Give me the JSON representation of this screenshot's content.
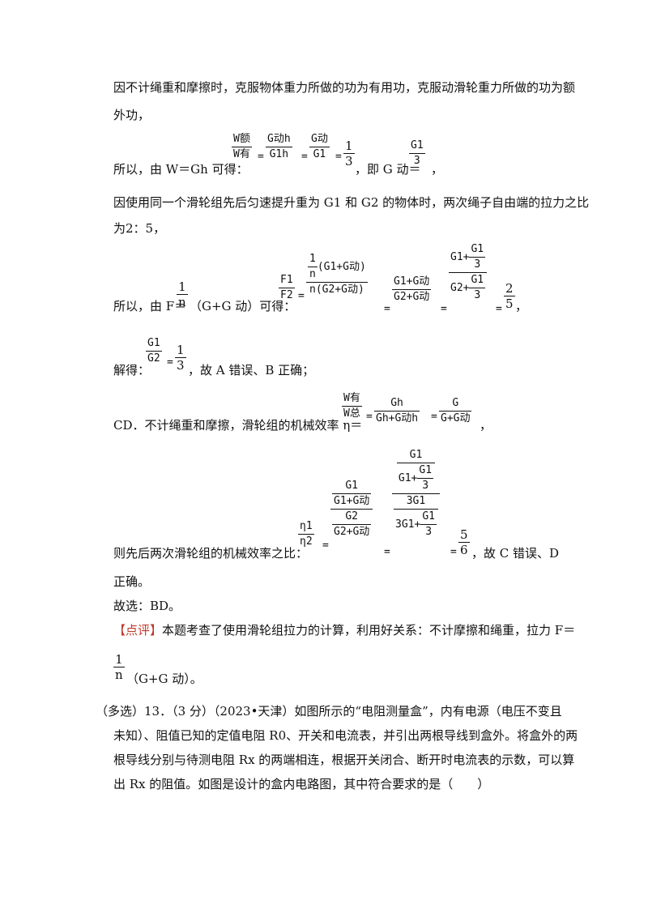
{
  "p1": {
    "line1": "因不计绳重和摩擦时，克服物体重力所做的功为有用功，克服动滑轮重力所做的功为额",
    "line2": "外功，",
    "prefix": "所以，由 W＝Gh 可得：",
    "f1_num": "W额",
    "f1_den": "W有",
    "f2_num": "G动h",
    "f2_den": "G1h",
    "f3_num": "G动",
    "f3_den": "G1",
    "f4_num": "1",
    "f4_den": "3",
    "mid": "，即 G 动＝",
    "f5_num": "G1",
    "f5_den": "3",
    "end": "，"
  },
  "p2": {
    "line1": "因使用同一个滑轮组先后匀速提升重为 G1 和 G2 的物体时，两次绳子自由端的拉力之比",
    "line2": "为2：5，"
  },
  "p3": {
    "prefix": "所以，由 F＝",
    "fn": "1",
    "fd": "n",
    "gpart": "（G+G 动）可得：",
    "a_num": "F1",
    "a_den": "F2",
    "b_top_num": "1",
    "b_top_den": "n",
    "b_top_rest": "(G1+G动)",
    "b_bot_rest": "(G2+G动)",
    "c_num": "G1+G动",
    "c_den": "G2+G动",
    "d_num_a": "G1+",
    "d_num_fn": "G1",
    "d_num_fd": "3",
    "d_den_a": "G2+",
    "d_den_fn": "G1",
    "d_den_fd": "3",
    "e_num": "2",
    "e_den": "5",
    "end": "，"
  },
  "p4": {
    "prefix": "解得：",
    "a_num": "G1",
    "a_den": "G2",
    "b_num": "1",
    "b_den": "3",
    "end": "，故 A 错误、B 正确；"
  },
  "p5": {
    "prefix": "CD．不计绳重和摩擦，滑轮组的机械效率 η＝",
    "a_num": "W有",
    "a_den": "W总",
    "b_num": "Gh",
    "b_den": "Gh+G动h",
    "c_num": "G",
    "c_den": "G+G动",
    "end": "，"
  },
  "p6": {
    "prefix": "则先后两次滑轮组的机械效率之比：",
    "a_num": "η1",
    "a_den": "η2",
    "b_num_n": "G1",
    "b_num_d": "G1+G动",
    "b_den_n": "G2",
    "b_den_d": "G2+G动",
    "c_top_n": "G1",
    "c_top_da": "G1+",
    "c_top_dfn": "G1",
    "c_top_dfd": "3",
    "c_bot_n": "3G1",
    "c_bot_da": "3G1+",
    "c_bot_dfn": "G1",
    "c_bot_dfd": "3",
    "d_num": "5",
    "d_den": "6",
    "end": "，故 C 错误、D",
    "line2": "正确。"
  },
  "answer": "故选：BD。",
  "comment": {
    "tag": "【点评】",
    "text": "本题考查了使用滑轮组拉力的计算，利用好关系：不计摩擦和绳重，拉力 F＝",
    "fn": "1",
    "fd": "n",
    "tail": "（G+G 动）。"
  },
  "q13": {
    "line1": "（多选）13．（3 分）（2023•天津）如图所示的“电阻测量盒”，内有电源（电压不变且",
    "line2": "未知）、阻值已知的定值电阻 R0、开关和电流表，并引出两根导线到盒外。将盒外的两",
    "line3": "根导线分别与待测电阻 Rx 的两端相连，根据开关闭合、断开时电流表的示数，可以算",
    "line4": "出 Rx 的阻值。如图是设计的盒内电路图，其中符合要求的是（　　）"
  }
}
